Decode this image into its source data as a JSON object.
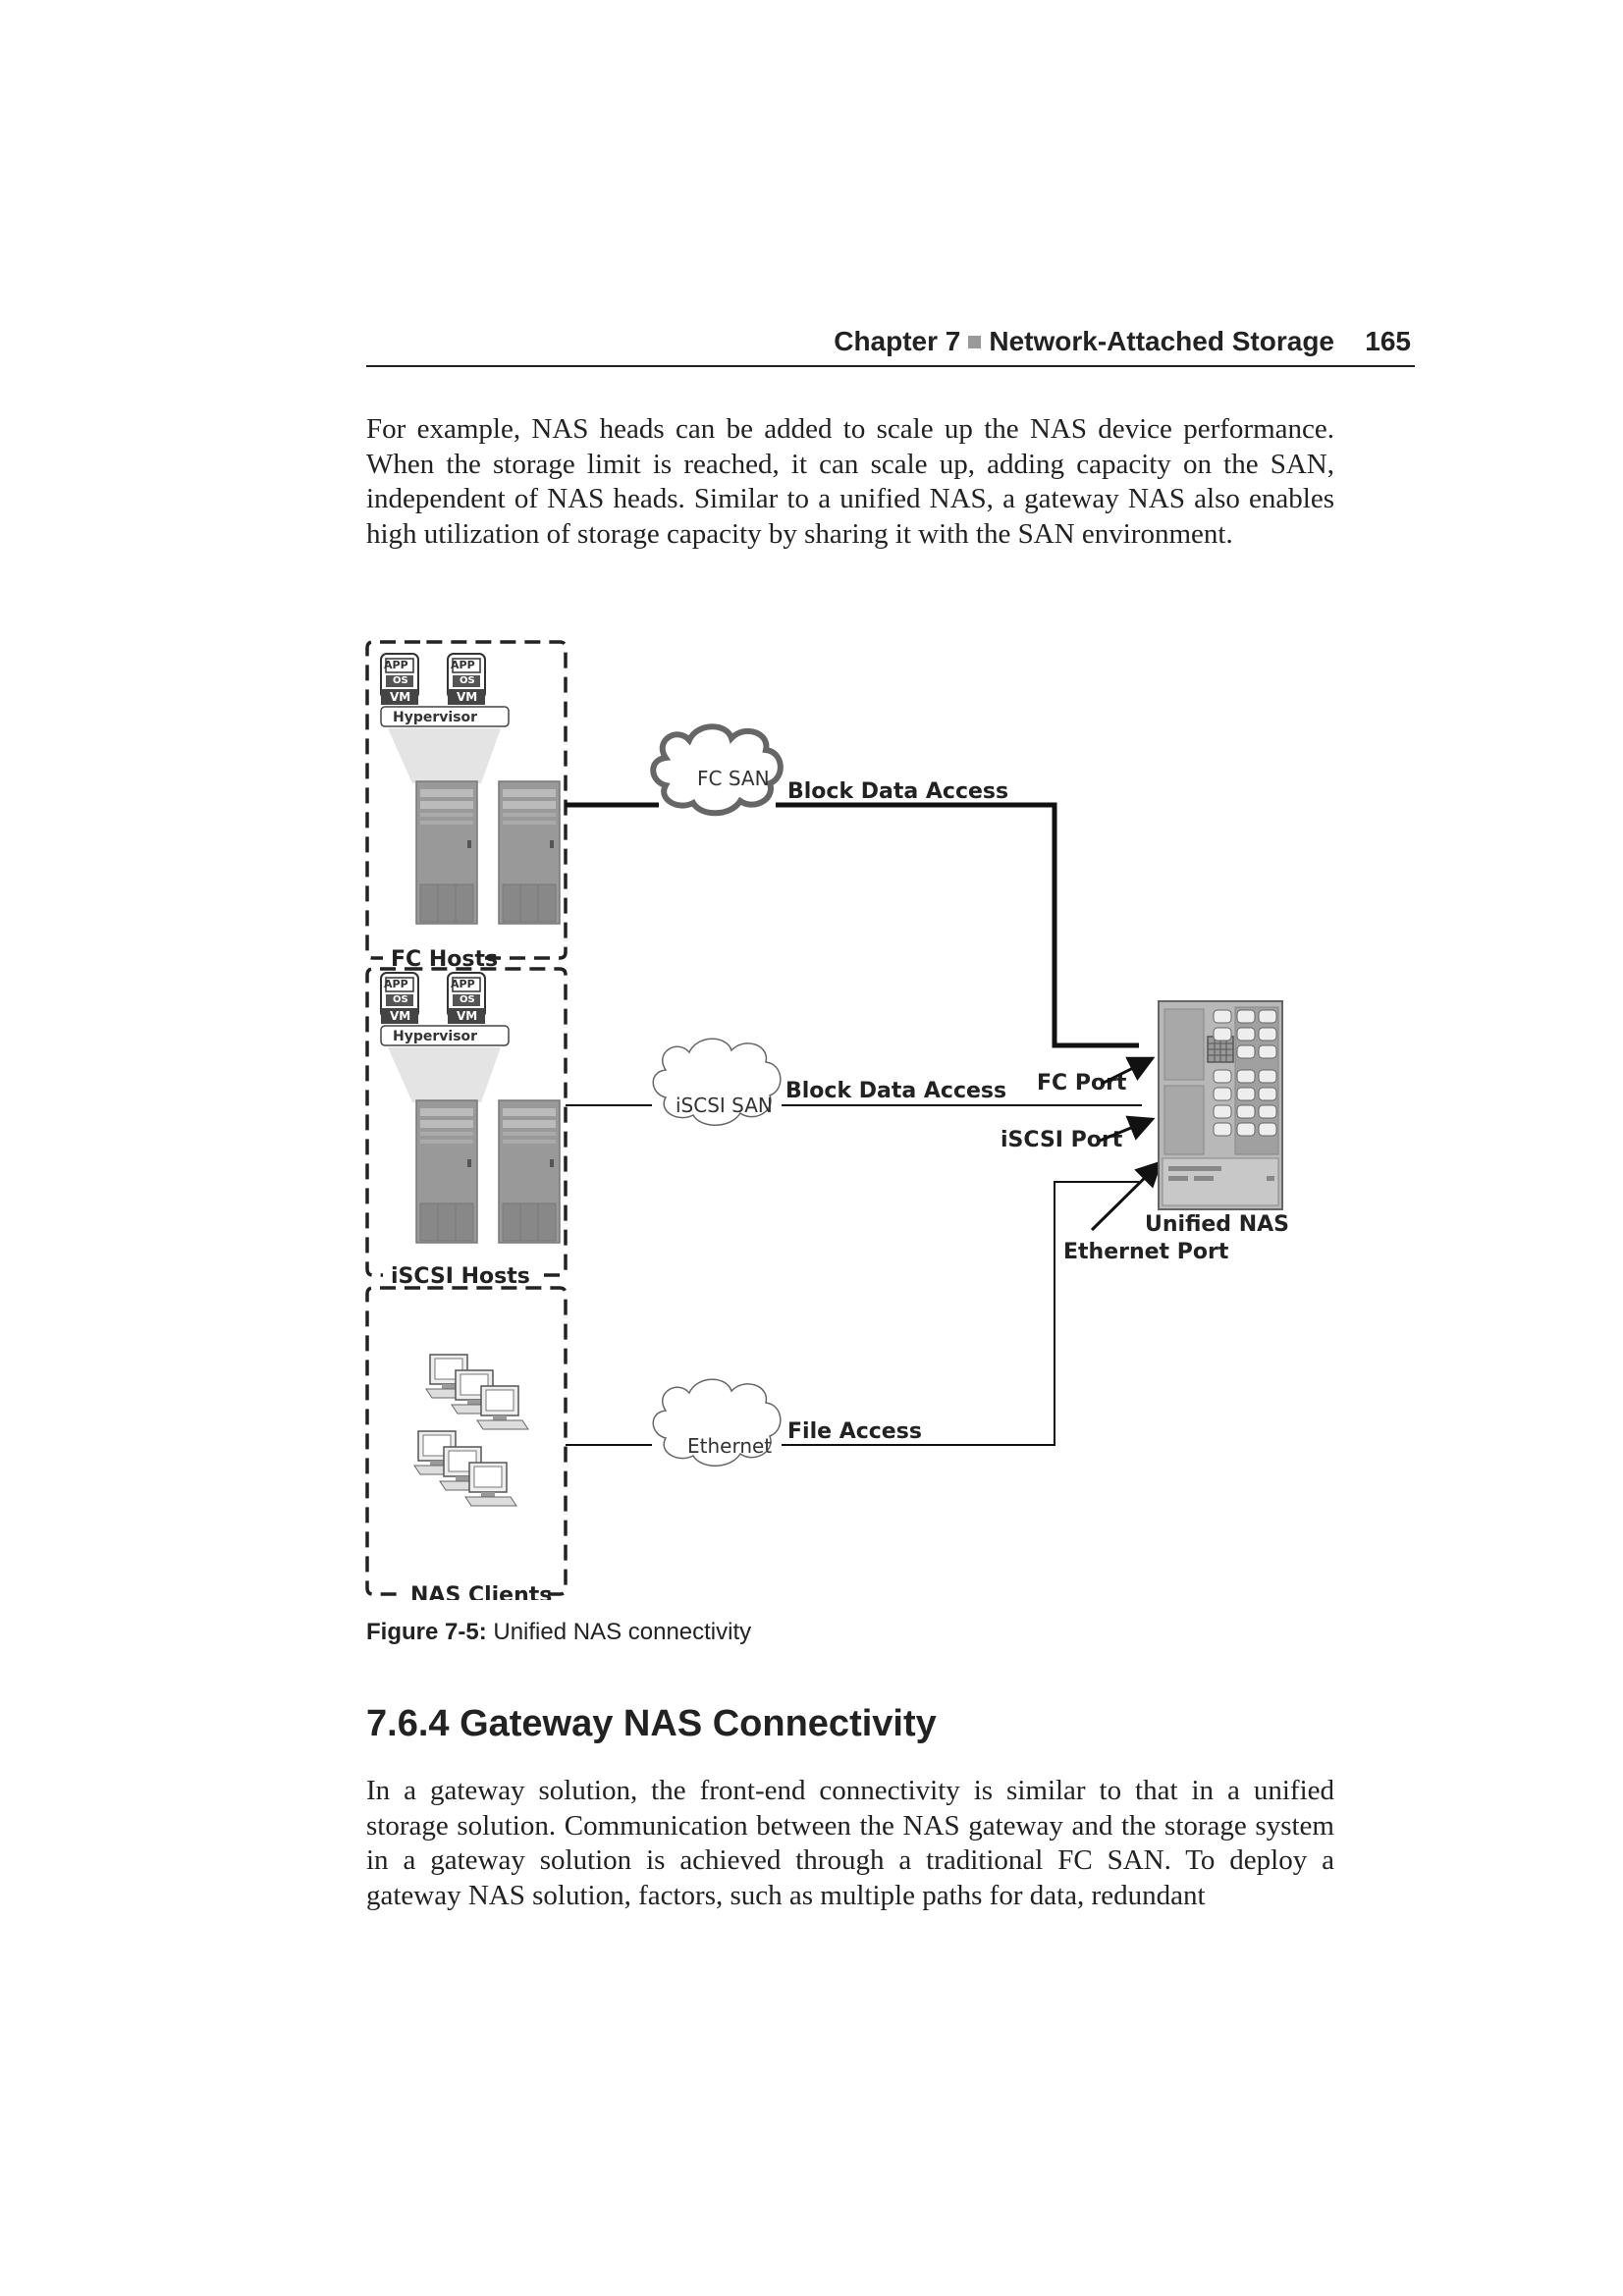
{
  "header": {
    "chapter": "Chapter 7",
    "title": "Network-Attached Storage",
    "page_number": "165"
  },
  "paragraphs": [
    "For example, NAS heads can be added to scale up the NAS device performance. When the storage limit is reached, it can scale up, adding capacity on the SAN, independent of NAS heads. Similar to a unified NAS, a gateway NAS also enables high utilization of storage capacity by sharing it with the SAN environment.",
    "In a gateway solution, the front-end connectivity is similar to that in a unified storage solution. Communication between the NAS gateway and the storage system in a gateway solution is achieved through a traditional FC SAN. To deploy a gateway NAS solution, factors, such as multiple paths for data, redundant"
  ],
  "figure": {
    "groups": {
      "fc_hosts": "FC Hosts",
      "iscsi_hosts": "iSCSI Hosts",
      "nas_clients": "NAS Clients"
    },
    "vm": {
      "app": "APP",
      "os": "OS",
      "vm": "VM",
      "hypervisor": "Hypervisor"
    },
    "clouds": {
      "fc_san": "FC SAN",
      "iscsi_san": "iSCSI SAN",
      "ethernet": "Ethernet"
    },
    "links": {
      "fc_block": "Block Data Access",
      "iscsi_block": "Block Data Access",
      "file": "File Access"
    },
    "ports": {
      "fc": "FC Port",
      "iscsi": "iSCSI Port",
      "ethernet": "Ethernet Port"
    },
    "device": "Unified NAS"
  },
  "caption": {
    "label": "Figure 7-5:",
    "text": "Unified NAS connectivity"
  },
  "section": {
    "heading": "7.6.4 Gateway NAS Connectivity"
  }
}
